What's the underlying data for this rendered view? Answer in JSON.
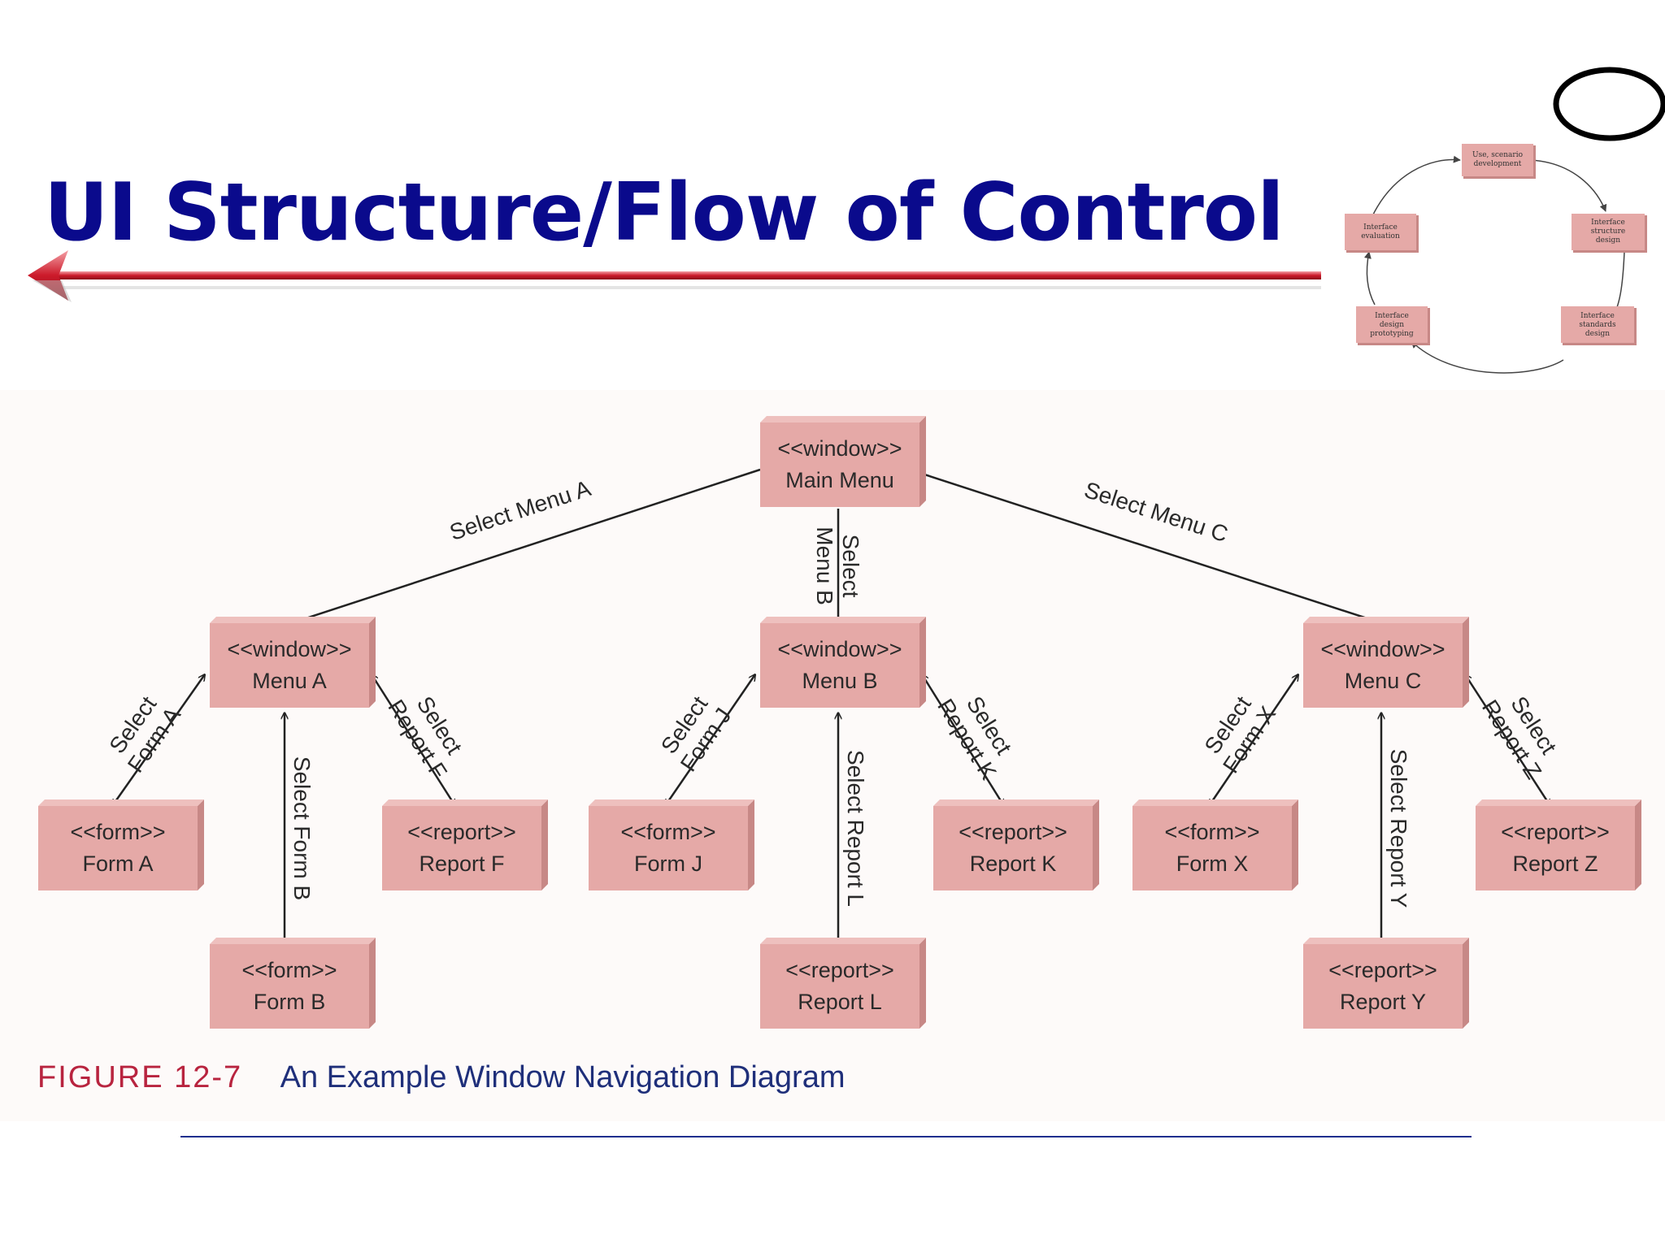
{
  "slide": {
    "title": "UI Structure/Flow of Control",
    "colors": {
      "title": "#0a0a8c",
      "arrow_rule": "#cc1a2a",
      "node_fill": "#e5a9a7",
      "node_shadow": "#c78886",
      "caption_number": "#b8243f",
      "caption_text": "#1f2f7a"
    }
  },
  "cycle_diagram": {
    "steps": [
      {
        "id": "use",
        "lines": [
          "Use, scenario",
          "development"
        ]
      },
      {
        "id": "struct",
        "lines": [
          "Interface",
          "structure",
          "design"
        ]
      },
      {
        "id": "std",
        "lines": [
          "Interface",
          "standards",
          "design"
        ]
      },
      {
        "id": "proto",
        "lines": [
          "Interface",
          "design",
          "prototyping"
        ]
      },
      {
        "id": "eval",
        "lines": [
          "Interface",
          "evaluation"
        ]
      }
    ],
    "highlighted_step": "use"
  },
  "nav_diagram": {
    "nodes": [
      {
        "id": "main",
        "stereotype": "<<window>>",
        "name": "Main Menu"
      },
      {
        "id": "menuA",
        "stereotype": "<<window>>",
        "name": "Menu A"
      },
      {
        "id": "menuB",
        "stereotype": "<<window>>",
        "name": "Menu B"
      },
      {
        "id": "menuC",
        "stereotype": "<<window>>",
        "name": "Menu C"
      },
      {
        "id": "formA",
        "stereotype": "<<form>>",
        "name": "Form A"
      },
      {
        "id": "reportF",
        "stereotype": "<<report>>",
        "name": "Report F"
      },
      {
        "id": "formB",
        "stereotype": "<<form>>",
        "name": "Form B"
      },
      {
        "id": "formJ",
        "stereotype": "<<form>>",
        "name": "Form J"
      },
      {
        "id": "reportK",
        "stereotype": "<<report>>",
        "name": "Report K"
      },
      {
        "id": "reportL",
        "stereotype": "<<report>>",
        "name": "Report L"
      },
      {
        "id": "formX",
        "stereotype": "<<form>>",
        "name": "Form X"
      },
      {
        "id": "reportZ",
        "stereotype": "<<report>>",
        "name": "Report Z"
      },
      {
        "id": "reportY",
        "stereotype": "<<report>>",
        "name": "Report Y"
      }
    ],
    "edges": [
      {
        "from": "main",
        "to": "menuA",
        "lines": [
          "Select Menu A"
        ],
        "bidirectional": false
      },
      {
        "from": "main",
        "to": "menuB",
        "lines": [
          "Select",
          "Menu B"
        ],
        "bidirectional": false
      },
      {
        "from": "main",
        "to": "menuC",
        "lines": [
          "Select Menu C"
        ],
        "bidirectional": false
      },
      {
        "from": "menuA",
        "to": "formA",
        "lines": [
          "Select",
          "Form A"
        ],
        "bidirectional": true
      },
      {
        "from": "menuA",
        "to": "formB",
        "lines": [
          "Select Form B"
        ],
        "bidirectional": true
      },
      {
        "from": "menuA",
        "to": "reportF",
        "lines": [
          "Select",
          "Report F"
        ],
        "bidirectional": true
      },
      {
        "from": "menuB",
        "to": "formJ",
        "lines": [
          "Select",
          "Form J"
        ],
        "bidirectional": true
      },
      {
        "from": "menuB",
        "to": "reportL",
        "lines": [
          "Select Report L"
        ],
        "bidirectional": true
      },
      {
        "from": "menuB",
        "to": "reportK",
        "lines": [
          "Select",
          "Report K"
        ],
        "bidirectional": true
      },
      {
        "from": "menuC",
        "to": "formX",
        "lines": [
          "Select",
          "Form X"
        ],
        "bidirectional": true
      },
      {
        "from": "menuC",
        "to": "reportY",
        "lines": [
          "Select Report Y"
        ],
        "bidirectional": true
      },
      {
        "from": "menuC",
        "to": "reportZ",
        "lines": [
          "Select",
          "Report Z"
        ],
        "bidirectional": true
      }
    ]
  },
  "caption": {
    "figure_number": "FIGURE 12-7",
    "text": "An Example Window Navigation Diagram"
  }
}
